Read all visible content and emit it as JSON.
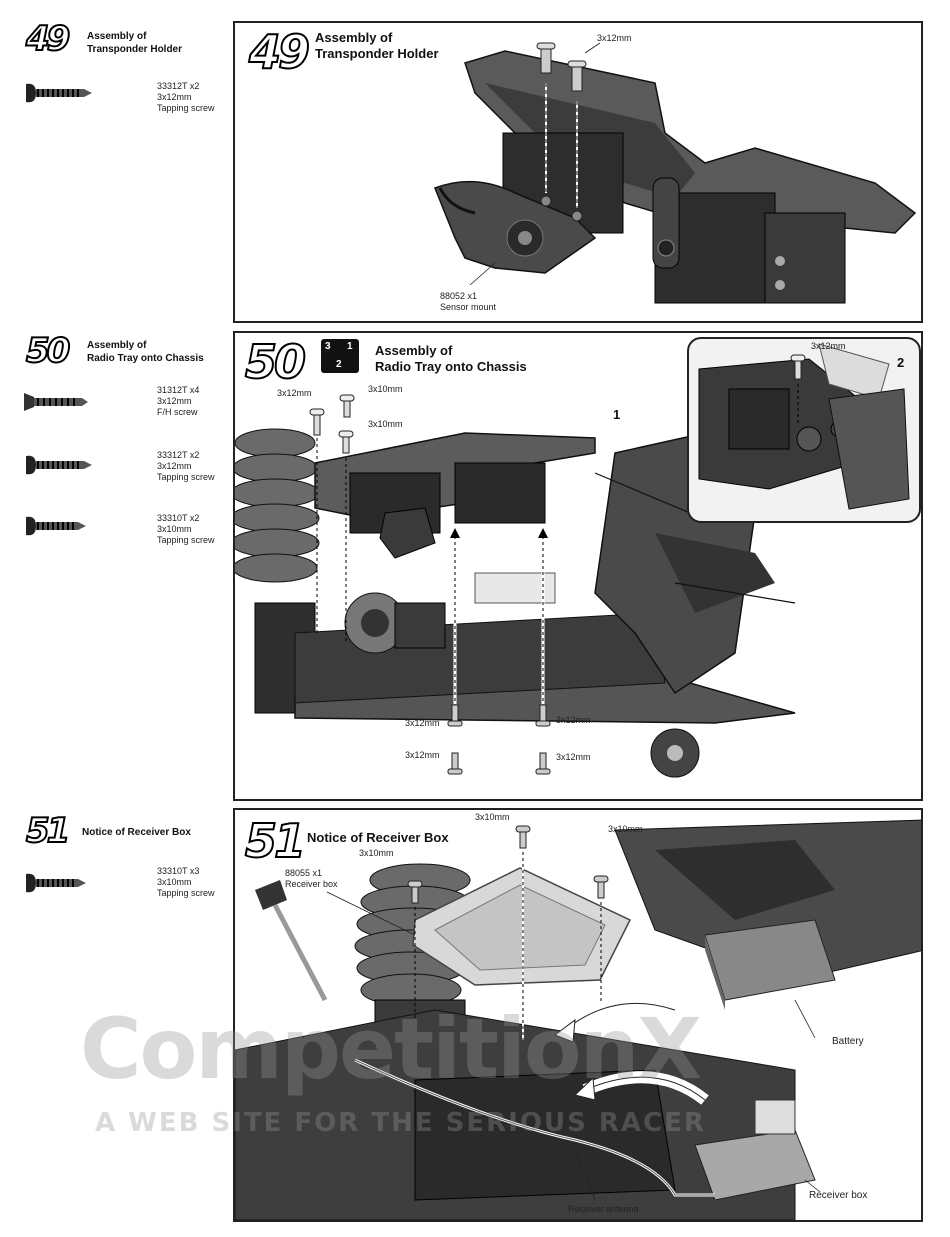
{
  "steps": [
    {
      "number": "49",
      "left_title": [
        "Assembly of",
        "Transponder Holder"
      ],
      "panel_title": [
        "Assembly of",
        "Transponder Holder"
      ],
      "parts": [
        {
          "code": "33312T  x2",
          "size": "3x12mm",
          "name": "Tapping screw",
          "icon": "tapping-screw-icon"
        }
      ],
      "callouts": [
        "3x12mm",
        "88052  x1",
        "Sensor mount"
      ]
    },
    {
      "number": "50",
      "left_title": [
        "Assembly of",
        "Radio Tray onto Chassis"
      ],
      "panel_title": [
        "Assembly of",
        "Radio Tray onto Chassis"
      ],
      "order_badge": [
        "3",
        "1",
        "2"
      ],
      "substeps": [
        "1",
        "2"
      ],
      "parts": [
        {
          "code": "31312T  x4",
          "size": "3x12mm",
          "name": "F/H  screw",
          "icon": "flat-head-screw-icon"
        },
        {
          "code": "33312T  x2",
          "size": "3x12mm",
          "name": "Tapping screw",
          "icon": "tapping-screw-icon"
        },
        {
          "code": "33310T  x2",
          "size": "3x10mm",
          "name": "Tapping screw",
          "icon": "tapping-screw-icon"
        }
      ],
      "callouts": [
        "3x12mm",
        "3x10mm",
        "3x10mm",
        "3x12mm",
        "3x12mm",
        "3x12mm",
        "3x12mm",
        "3x12mm"
      ]
    },
    {
      "number": "51",
      "left_title": [
        "Notice of Receiver Box"
      ],
      "panel_title": [
        "Notice of Receiver Box"
      ],
      "parts": [
        {
          "code": "33310T  x3",
          "size": "3x10mm",
          "name": "Tapping screw",
          "icon": "tapping-screw-icon"
        }
      ],
      "callouts": [
        "3x10mm",
        "3x10mm",
        "3x10mm",
        "88055  x1",
        "Receiver box",
        "Battery",
        "Receiver box",
        "Receiver antenna"
      ]
    }
  ],
  "watermark": {
    "line1": "CompetitionX",
    "line2": "A WEB SITE FOR THE SERIOUS RACER"
  },
  "colors": {
    "ink": "#111111",
    "part_gray": "#4a4a4a",
    "watermark_red": "#e63c28"
  }
}
